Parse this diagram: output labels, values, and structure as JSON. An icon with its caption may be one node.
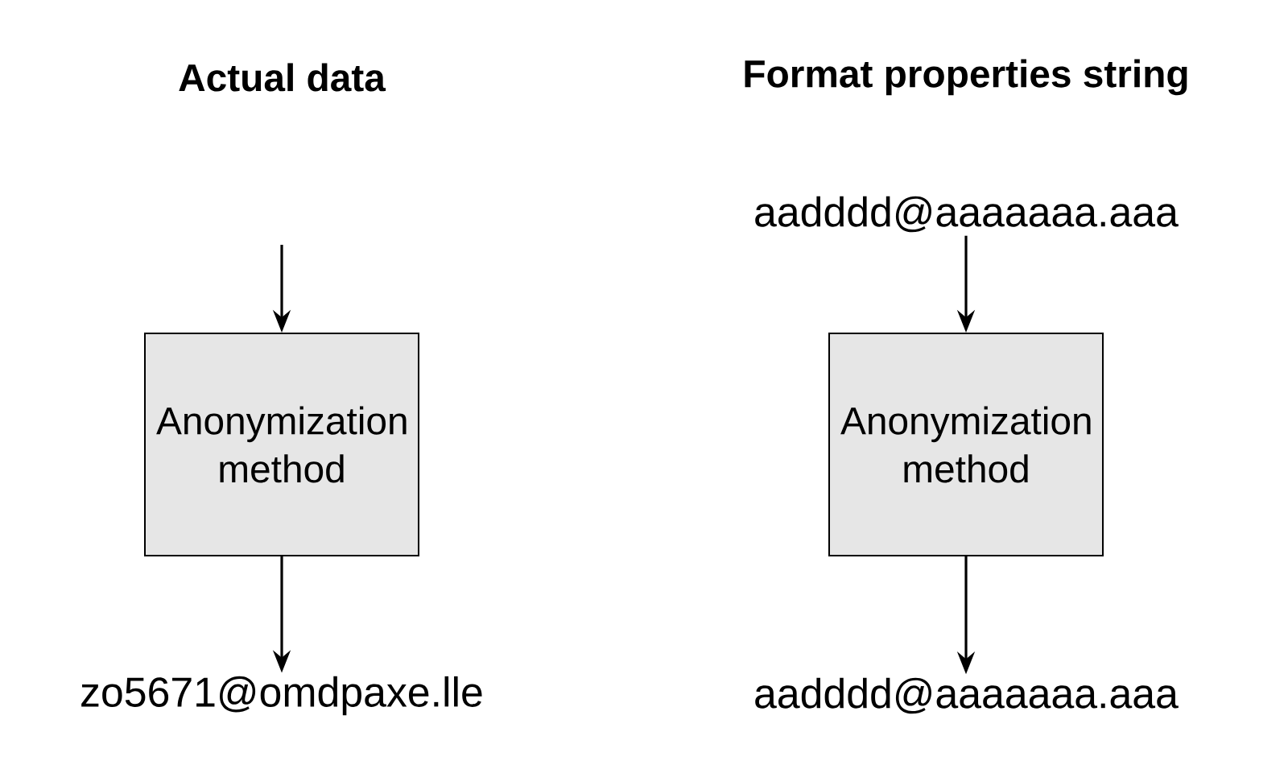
{
  "diagram": {
    "nodes": [
      {
        "text": [
          "Anonymization method"
        ]
      },
      {
        "text": [
          "zo5671@omdpaxe.lle"
        ]
      },
      {
        "text": [
          "aadddd@aaaaaaa.aaa"
        ]
      },
      {
        "text": [
          "Anonymization method"
        ]
      },
      {
        "text": [
          "aadddd@aaaaaaa.aaa"
        ]
      }
    ],
    "edges": [
      {
        "from": null,
        "to": 0,
        "arrow": "to"
      },
      {
        "from": 0,
        "to": 1,
        "arrow": "to"
      },
      {
        "from": 2,
        "to": 3,
        "arrow": "to"
      },
      {
        "from": 3,
        "to": 4,
        "arrow": "to"
      }
    ],
    "labels": [
      "Actual data",
      "Format properties string"
    ]
  }
}
